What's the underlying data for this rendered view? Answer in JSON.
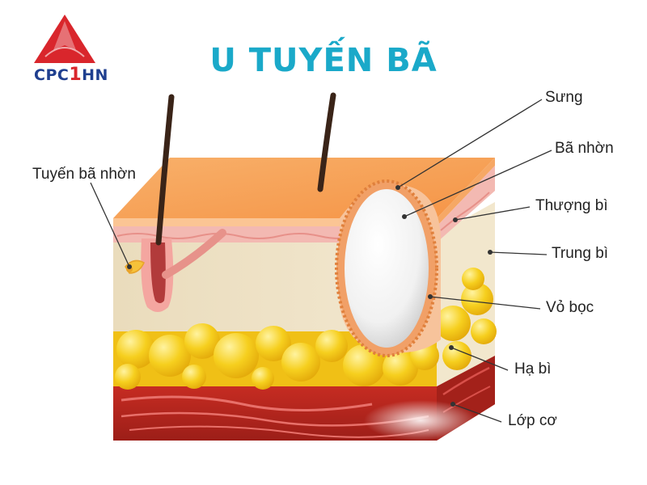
{
  "logo": {
    "prefix": "CPC",
    "one": "1",
    "suffix": "HN"
  },
  "title": "U TUYẾN BÃ",
  "labels": {
    "tuyen_ba_nhon": "Tuyến bã nhờn",
    "sung": "Sưng",
    "ba_nhon": "Bã nhờn",
    "thuong_bi": "Thượng bì",
    "trung_bi": "Trung bì",
    "vo_boc": "Vỏ bọc",
    "ha_bi": "Hạ bì",
    "lop_co": "Lớp cơ"
  },
  "colors": {
    "title": "#1aa9c9",
    "logo_red": "#d9262c",
    "logo_blue": "#1f3f8f",
    "epidermis_top": "#f7a35c",
    "epidermis_pink": "#f2b5b0",
    "dermis": "#efe3c7",
    "fat": "#f3c71a",
    "muscle": "#b3231d"
  }
}
